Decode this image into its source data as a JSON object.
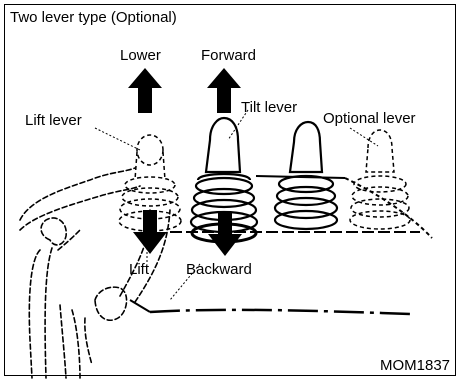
{
  "title": "Two lever type (Optional)",
  "labels": {
    "lower": "Lower",
    "forward": "Forward",
    "tilt_lever": "Tilt lever",
    "lift_lever": "Lift lever",
    "optional_lever": "Optional lever",
    "lift": "Lift",
    "backward": "Backward"
  },
  "figure_code": "MOM1837",
  "colors": {
    "ink": "#000000",
    "background": "#ffffff"
  }
}
